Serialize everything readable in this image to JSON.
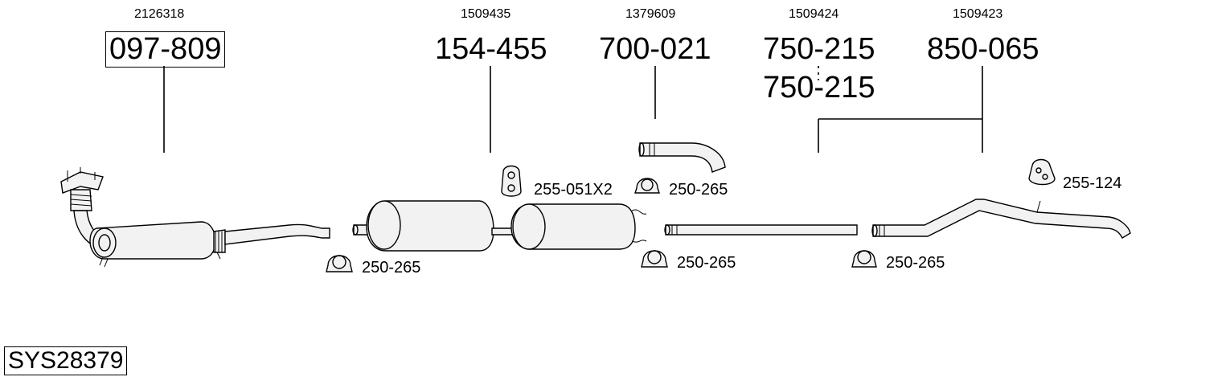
{
  "oem_numbers": [
    "2126318",
    "1509435",
    "1379609",
    "1509424",
    "1509423"
  ],
  "part_numbers": [
    "097-809",
    "154-455",
    "700-021",
    "750-215",
    "750-215",
    "850-065"
  ],
  "accessories": {
    "hanger_pair": "255-051X2",
    "clamp_top": "250-265",
    "clamp_1": "250-265",
    "clamp_2": "250-265",
    "clamp_3": "250-265",
    "hanger_rear": "255-124"
  },
  "system_id": "SYS28379"
}
